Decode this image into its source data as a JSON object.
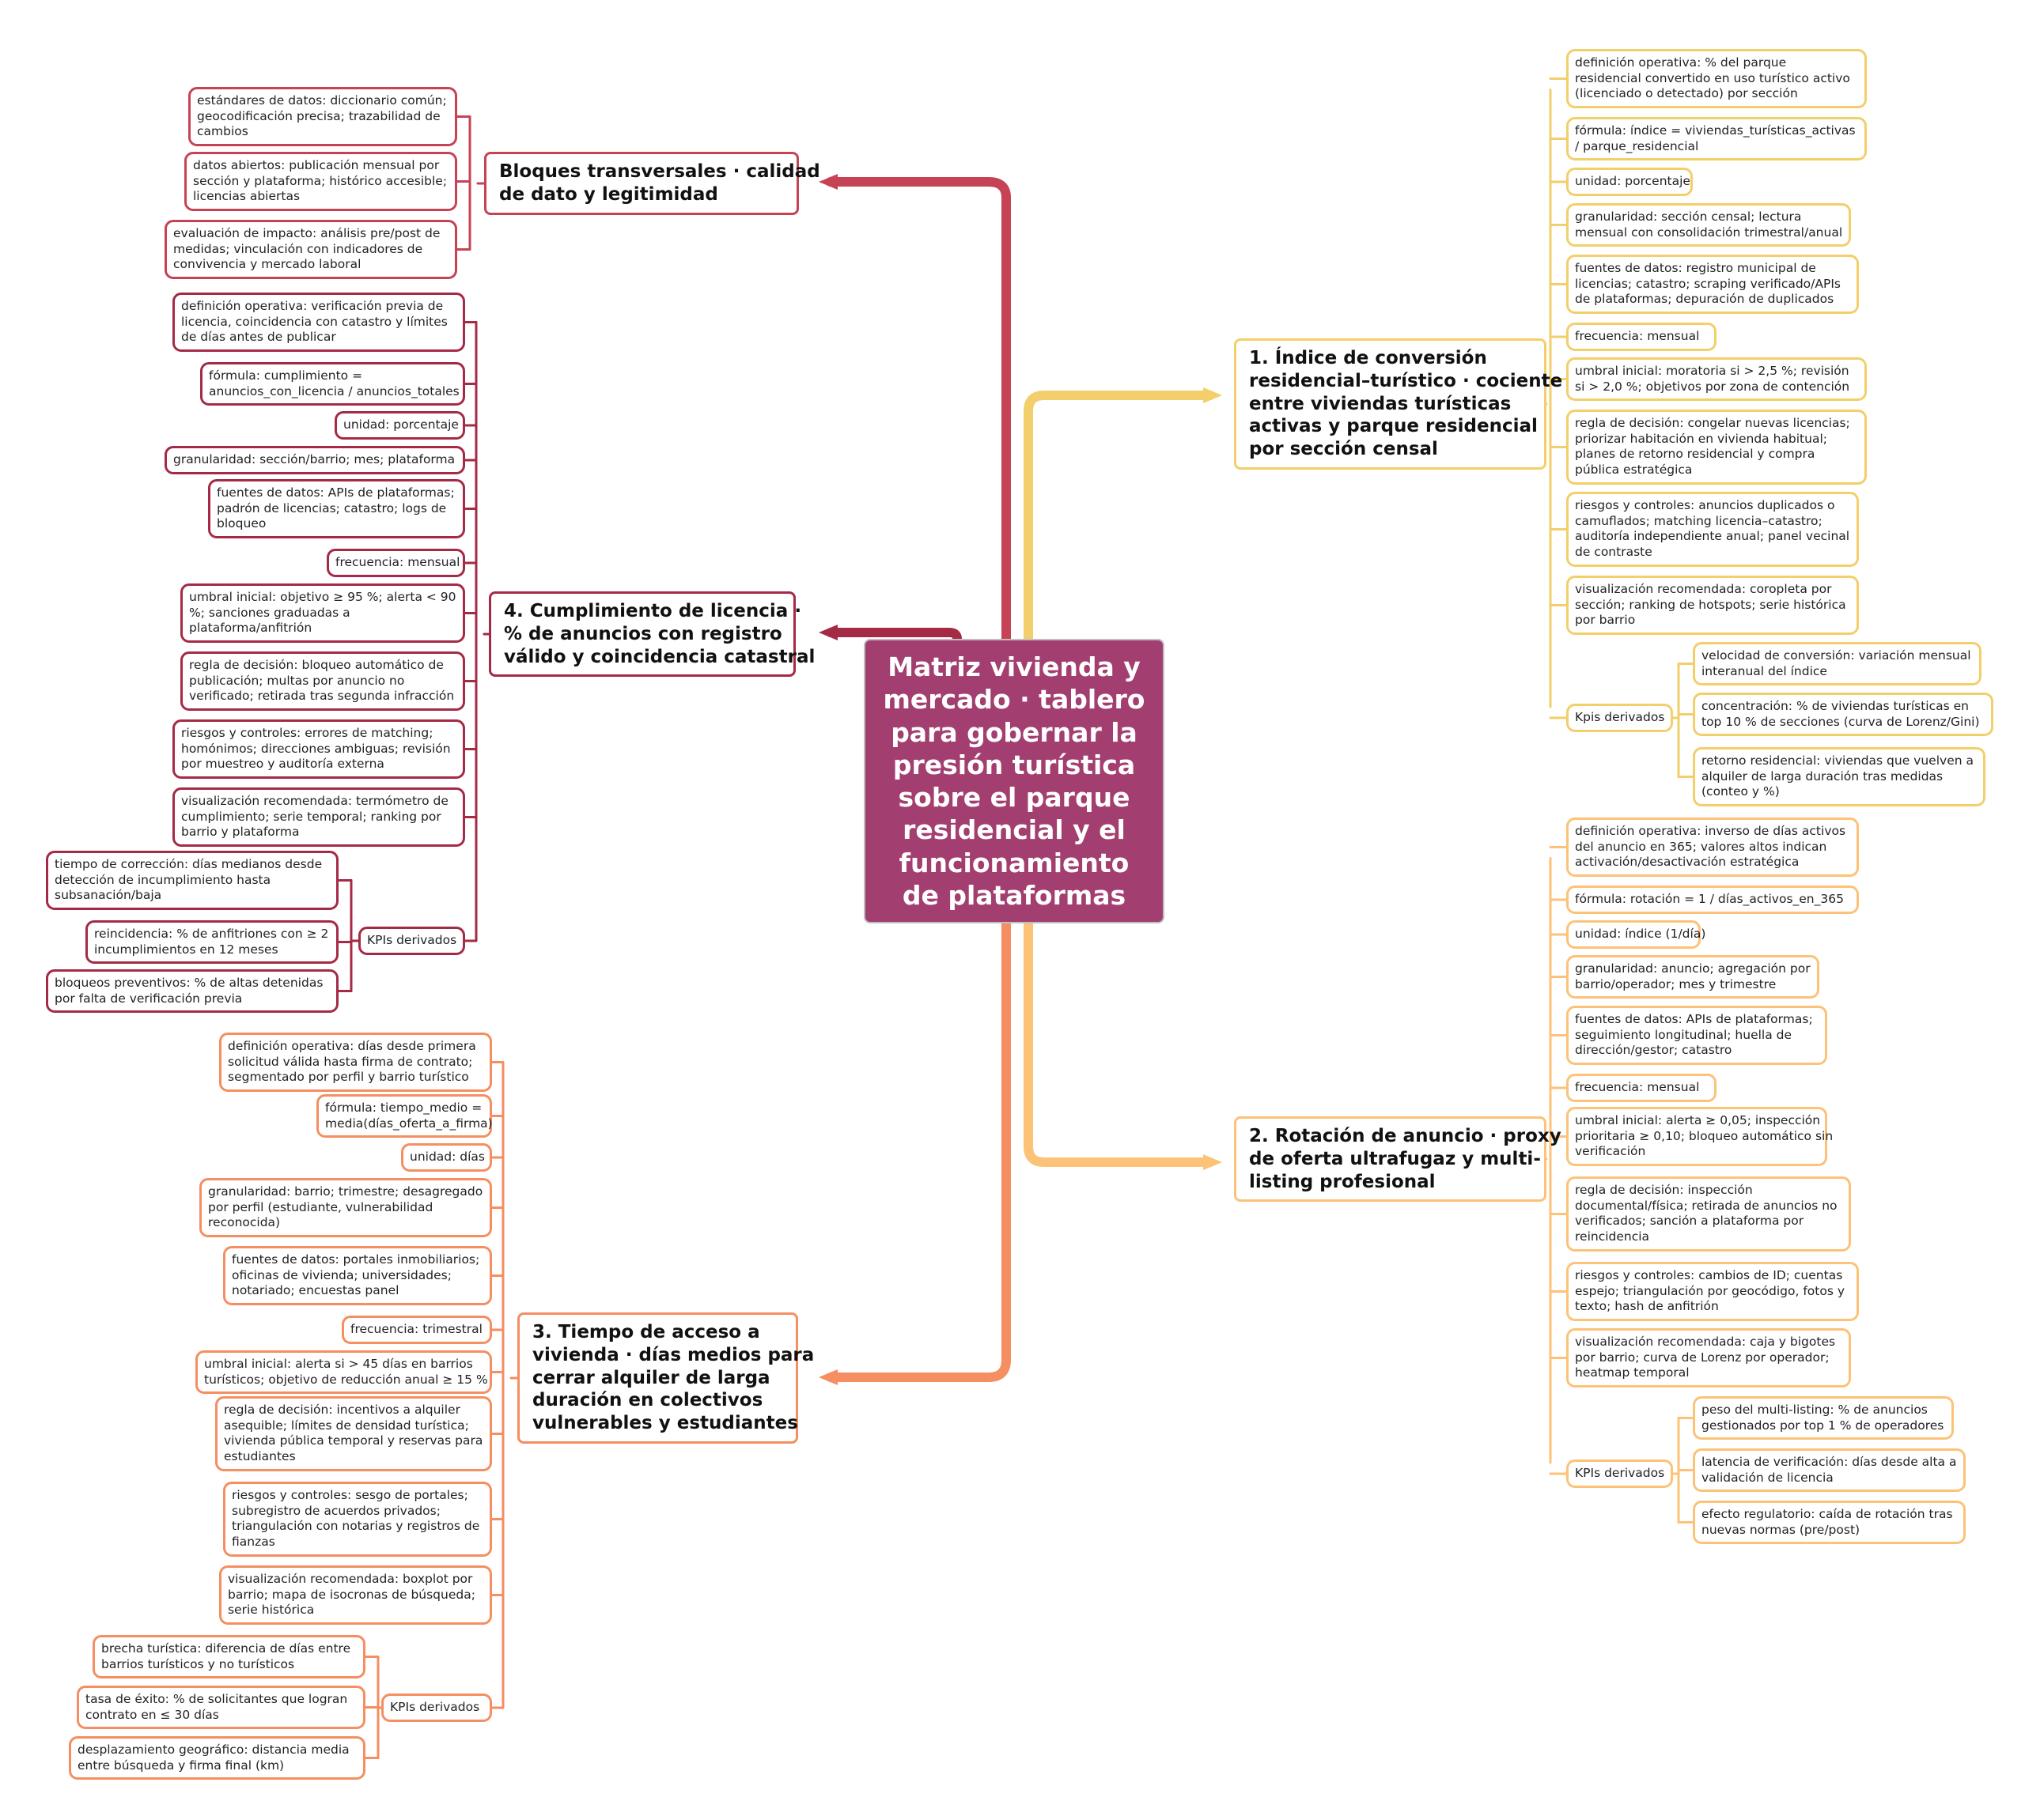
{
  "root": {
    "title": "Matriz vivienda y mercado · tablero para gobernar la presión turística sobre el parque residencial y el funcionamiento de plataformas"
  },
  "colors": {
    "yellow": "#f2cf6a",
    "light_orange": "#fcc278",
    "coral": "#f58e60",
    "maroon": "#a42a45",
    "red": "#c64355",
    "root": "#a33f70"
  },
  "b1": {
    "title": [
      "1. Índice de conversión",
      "residencial–turístico · cociente",
      "entre viviendas turísticas",
      "activas y parque residencial",
      "por sección censal"
    ],
    "items": [
      [
        "definición operativa: % del parque",
        "residencial convertido en uso turístico activo",
        "(licenciado o detectado) por sección"
      ],
      [
        "fórmula: índice = viviendas_turísticas_activas",
        "/ parque_residencial"
      ],
      [
        "unidad: porcentaje"
      ],
      [
        "granularidad: sección censal; lectura",
        "mensual con consolidación trimestral/anual"
      ],
      [
        "fuentes de datos: registro municipal de",
        "licencias; catastro; scraping verificado/APIs",
        "de plataformas; depuración de duplicados"
      ],
      [
        "frecuencia: mensual"
      ],
      [
        "umbral inicial: moratoria si > 2,5 %; revisión",
        "si > 2,0 %; objetivos por zona de contención"
      ],
      [
        "regla de decisión: congelar nuevas licencias;",
        "priorizar habitación en vivienda habitual;",
        "planes de retorno residencial y compra",
        "pública estratégica"
      ],
      [
        "riesgos y controles: anuncios duplicados o",
        "camuflados; matching licencia–catastro;",
        "auditoría independiente anual; panel vecinal",
        "de contraste"
      ],
      [
        "visualización recomendada: coropleta por",
        "sección; ranking de hotspots; serie histórica",
        "por barrio"
      ]
    ],
    "kpi_label": "Kpis derivados",
    "kpis": [
      [
        "velocidad de conversión: variación mensual",
        "interanual del índice"
      ],
      [
        "concentración: % de viviendas turísticas en",
        "top 10 % de secciones (curva de Lorenz/Gini)"
      ],
      [
        "retorno residencial: viviendas que vuelven a",
        "alquiler de larga duración tras medidas",
        "(conteo y %)"
      ]
    ]
  },
  "b2": {
    "title": [
      "2. Rotación de anuncio · proxy",
      "de oferta ultrafugaz y multi-",
      "listing profesional"
    ],
    "items": [
      [
        "definición operativa: inverso de días activos",
        "del anuncio en 365; valores altos indican",
        "activación/desactivación estratégica"
      ],
      [
        "fórmula: rotación = 1 / días_activos_en_365"
      ],
      [
        "unidad: índice (1/día)"
      ],
      [
        "granularidad: anuncio; agregación por",
        "barrio/operador; mes y trimestre"
      ],
      [
        "fuentes de datos: APIs de plataformas;",
        "seguimiento longitudinal; huella de",
        "dirección/gestor; catastro"
      ],
      [
        "frecuencia: mensual"
      ],
      [
        "umbral inicial: alerta ≥ 0,05; inspección",
        "prioritaria ≥ 0,10; bloqueo automático sin",
        "verificación"
      ],
      [
        "regla de decisión: inspección",
        "documental/física; retirada de anuncios no",
        "verificados; sanción a plataforma por",
        "reincidencia"
      ],
      [
        "riesgos y controles: cambios de ID; cuentas",
        "espejo; triangulación por geocódigo, fotos y",
        "texto; hash de anfitrión"
      ],
      [
        "visualización recomendada: caja y bigotes",
        "por barrio; curva de Lorenz por operador;",
        "heatmap temporal"
      ]
    ],
    "kpi_label": "KPIs derivados",
    "kpis": [
      [
        "peso del multi-listing: % de anuncios",
        "gestionados por top 1 % de operadores"
      ],
      [
        "latencia de verificación: días desde alta a",
        "validación de licencia"
      ],
      [
        "efecto regulatorio: caída de rotación tras",
        "nuevas normas (pre/post)"
      ]
    ]
  },
  "b3": {
    "title": [
      "3. Tiempo de acceso a",
      "vivienda · días medios para",
      "cerrar alquiler de larga",
      "duración en colectivos",
      "vulnerables y estudiantes"
    ],
    "items": [
      [
        "definición operativa: días desde primera",
        "solicitud válida hasta firma de contrato;",
        "segmentado por perfil y barrio turístico"
      ],
      [
        "fórmula: tiempo_medio =",
        "media(días_oferta_a_firma)"
      ],
      [
        "unidad: días"
      ],
      [
        "granularidad: barrio; trimestre; desagregado",
        "por perfil (estudiante, vulnerabilidad",
        "reconocida)"
      ],
      [
        "fuentes de datos: portales inmobiliarios;",
        "oficinas de vivienda; universidades;",
        "notariado; encuestas panel"
      ],
      [
        "frecuencia: trimestral"
      ],
      [
        "umbral inicial: alerta si > 45 días en barrios",
        "turísticos; objetivo de reducción anual ≥ 15 %"
      ],
      [
        "regla de decisión: incentivos a alquiler",
        "asequible; límites de densidad turística;",
        "vivienda pública temporal y reservas para",
        "estudiantes"
      ],
      [
        "riesgos y controles: sesgo de portales;",
        "subregistro de acuerdos privados;",
        "triangulación con notarias y registros de",
        "fianzas"
      ],
      [
        "visualización recomendada: boxplot por",
        "barrio; mapa de isocronas de búsqueda;",
        "serie histórica"
      ]
    ],
    "kpi_label": "KPIs derivados",
    "kpis": [
      [
        "brecha turística: diferencia de días entre",
        "barrios turísticos y no turísticos"
      ],
      [
        "tasa de éxito: % de solicitantes que logran",
        "contrato en ≤ 30 días"
      ],
      [
        "desplazamiento geográfico: distancia media",
        "entre búsqueda y firma final (km)"
      ]
    ]
  },
  "b4": {
    "title": [
      "4. Cumplimiento de licencia ·",
      "% de anuncios con registro",
      "válido y coincidencia catastral"
    ],
    "items": [
      [
        "definición operativa: verificación previa de",
        "licencia, coincidencia con catastro y límites",
        "de días antes de publicar"
      ],
      [
        "fórmula: cumplimiento =",
        "anuncios_con_licencia / anuncios_totales"
      ],
      [
        "unidad: porcentaje"
      ],
      [
        "granularidad: sección/barrio; mes; plataforma"
      ],
      [
        "fuentes de datos: APIs de plataformas;",
        "padrón de licencias; catastro; logs de",
        "bloqueo"
      ],
      [
        "frecuencia: mensual"
      ],
      [
        "umbral inicial: objetivo ≥ 95 %; alerta < 90",
        "%; sanciones graduadas a",
        "plataforma/anfitrión"
      ],
      [
        "regla de decisión: bloqueo automático de",
        "publicación; multas por anuncio no",
        "verificado; retirada tras segunda infracción"
      ],
      [
        "riesgos y controles: errores de matching;",
        "homónimos; direcciones ambiguas; revisión",
        "por muestreo y auditoría externa"
      ],
      [
        "visualización recomendada: termómetro de",
        "cumplimiento; serie temporal; ranking por",
        "barrio y plataforma"
      ]
    ],
    "kpi_label": "KPIs derivados",
    "kpis": [
      [
        "tiempo de corrección: días medianos desde",
        "detección de incumplimiento hasta",
        "subsanación/baja"
      ],
      [
        "reincidencia: % de anfitriones con ≥ 2",
        "incumplimientos en 12 meses"
      ],
      [
        "bloqueos preventivos: % de altas detenidas",
        "por falta de verificación previa"
      ]
    ]
  },
  "b5": {
    "title": [
      "Bloques transversales · calidad",
      "de dato y legitimidad"
    ],
    "items": [
      [
        "estándares de datos: diccionario común;",
        "geocodificación precisa; trazabilidad de",
        "cambios"
      ],
      [
        "datos abiertos: publicación mensual por",
        "sección y plataforma; histórico accesible;",
        "licencias abiertas"
      ],
      [
        "evaluación de impacto: análisis pre/post de",
        "medidas; vinculación con indicadores de",
        "convivencia y mercado laboral"
      ]
    ]
  }
}
